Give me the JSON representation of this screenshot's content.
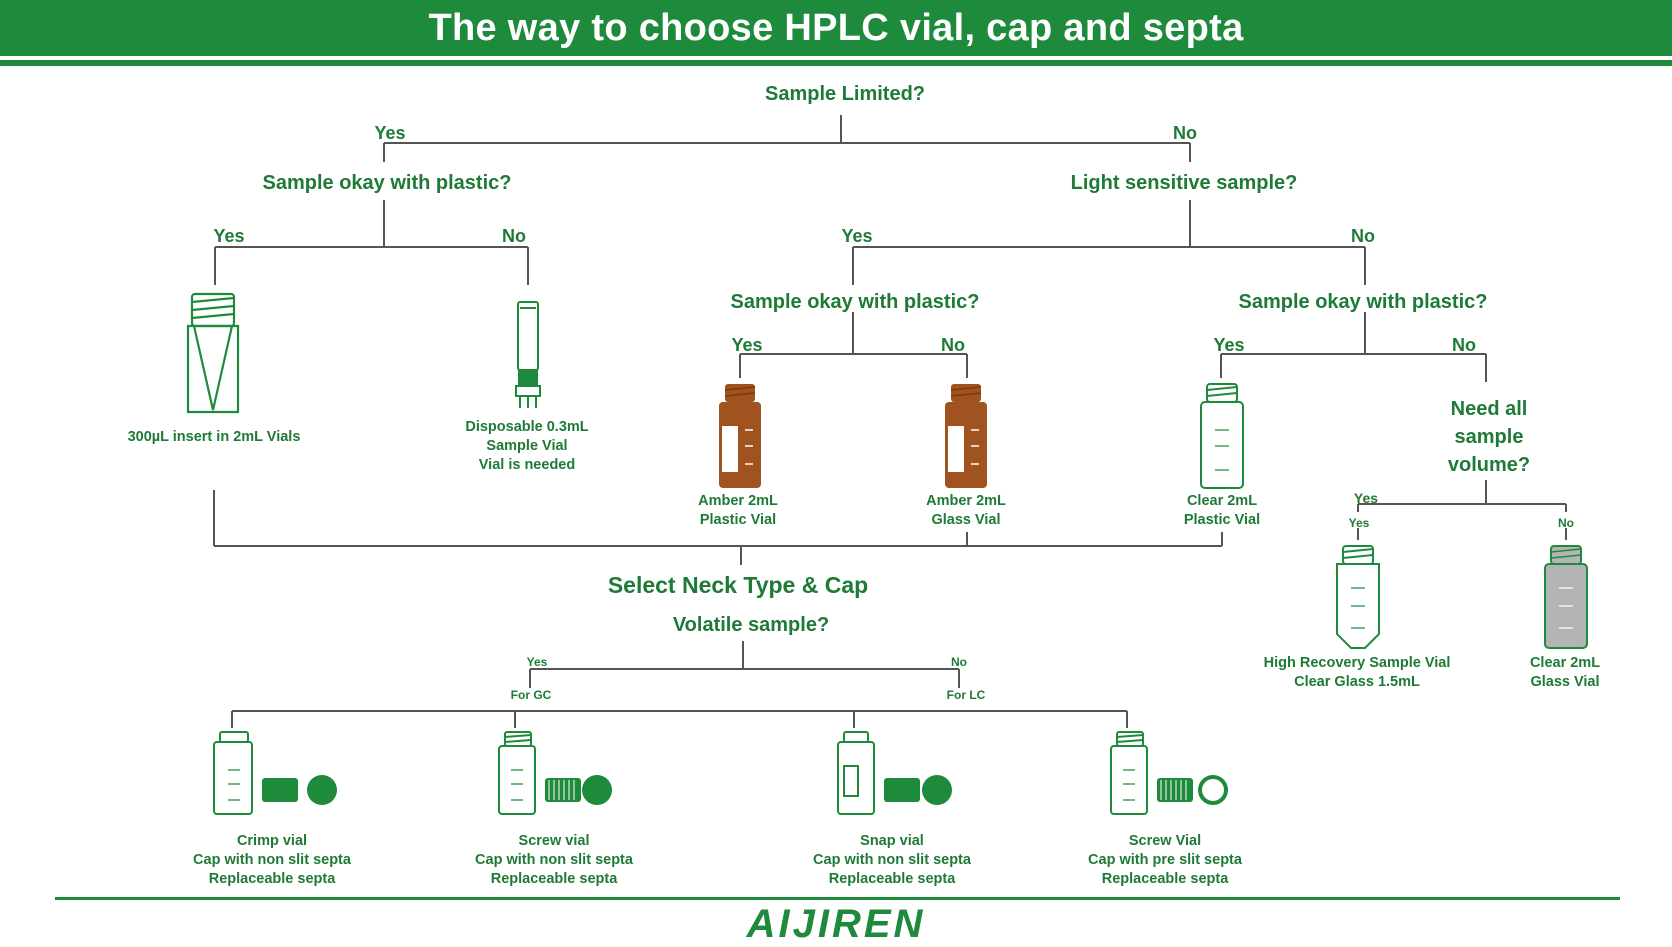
{
  "header": {
    "title": "The way to choose HPLC vial, cap and septa"
  },
  "tree": {
    "q_sample_limited": "Sample Limited?",
    "yes": "Yes",
    "no": "No",
    "q_plastic": "Sample okay with plastic?",
    "q_light": "Light sensitive sample?",
    "q_need_all_lines": [
      "Need all",
      "sample",
      "volume?"
    ],
    "select_neck": "Select Neck Type & Cap",
    "q_volatile": "Volatile sample?",
    "for_gc": "For GC",
    "for_lc": "For LC"
  },
  "vials": {
    "insert": [
      "300µL insert in 2mL Vials"
    ],
    "disposable": [
      "Disposable 0.3mL",
      "Sample Vial",
      "Vial is needed"
    ],
    "amber_plastic": [
      "Amber 2mL",
      "Plastic Vial"
    ],
    "amber_glass": [
      "Amber 2mL",
      "Glass Vial"
    ],
    "clear_plastic": [
      "Clear 2mL",
      "Plastic Vial"
    ],
    "high_recovery": [
      "High Recovery Sample Vial",
      "Clear Glass 1.5mL"
    ],
    "clear_glass": [
      "Clear 2mL",
      "Glass Vial"
    ]
  },
  "caps": {
    "crimp": [
      "Crimp vial",
      "Cap with non slit septa",
      "Replaceable septa"
    ],
    "screw_non_slit": [
      "Screw vial",
      "Cap with non slit septa",
      "Replaceable septa"
    ],
    "snap": [
      "Snap vial",
      "Cap with non slit septa",
      "Replaceable septa"
    ],
    "screw_pre_slit": [
      "Screw Vial",
      "Cap with pre slit septa",
      "Replaceable septa"
    ]
  },
  "footer": {
    "logo": "AIJIREN"
  },
  "colors": {
    "brand_green": "#1e8a3c",
    "text_green": "#1e7a36",
    "amber": "#a0521f",
    "line": "#555555"
  },
  "icons": [
    "vial-icon",
    "cap-icon",
    "septa-icon"
  ]
}
